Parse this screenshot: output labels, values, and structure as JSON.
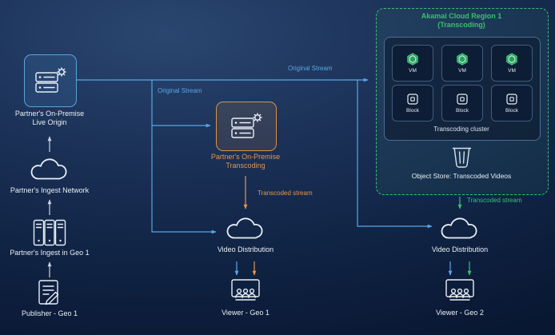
{
  "colors": {
    "blue_accent": "#58a6e8",
    "orange_accent": "#e8954a",
    "green_accent": "#35c26e",
    "arrow_neutral": "#c9d6e4",
    "background_dark": "#102445",
    "text_light": "#e9eff6"
  },
  "nodes": {
    "live_origin": {
      "label": "Partner's On-Premise\nLive Origin"
    },
    "ingest_network": {
      "label": "Partner's Ingest Network"
    },
    "ingest_geo1": {
      "label": "Partner's Ingest in Geo 1"
    },
    "publisher_geo1": {
      "label": "Publisher - Geo 1"
    },
    "onprem_transcoding": {
      "label": "Partner's On-Premise\nTranscoding"
    },
    "video_distribution_left": {
      "label": "Video Distribution"
    },
    "viewer_geo1": {
      "label": "Viewer - Geo 1"
    },
    "video_distribution_right": {
      "label": "Video Distribution"
    },
    "viewer_geo2": {
      "label": "Viewer - Geo 2"
    }
  },
  "akamai_region": {
    "title": "Akamai Cloud Region 1\n(Transcoding)",
    "cluster_label": "Transcoding cluster",
    "vm_label": "VM",
    "block_label": "Block",
    "object_store_label": "Object Store: Transcoded Videos"
  },
  "stream_labels": {
    "original_top": "Original Stream",
    "original_branch": "Original Stream",
    "transcoded_onprem": "Transcoded stream",
    "transcoded_cloud": "Transcoded stream"
  }
}
